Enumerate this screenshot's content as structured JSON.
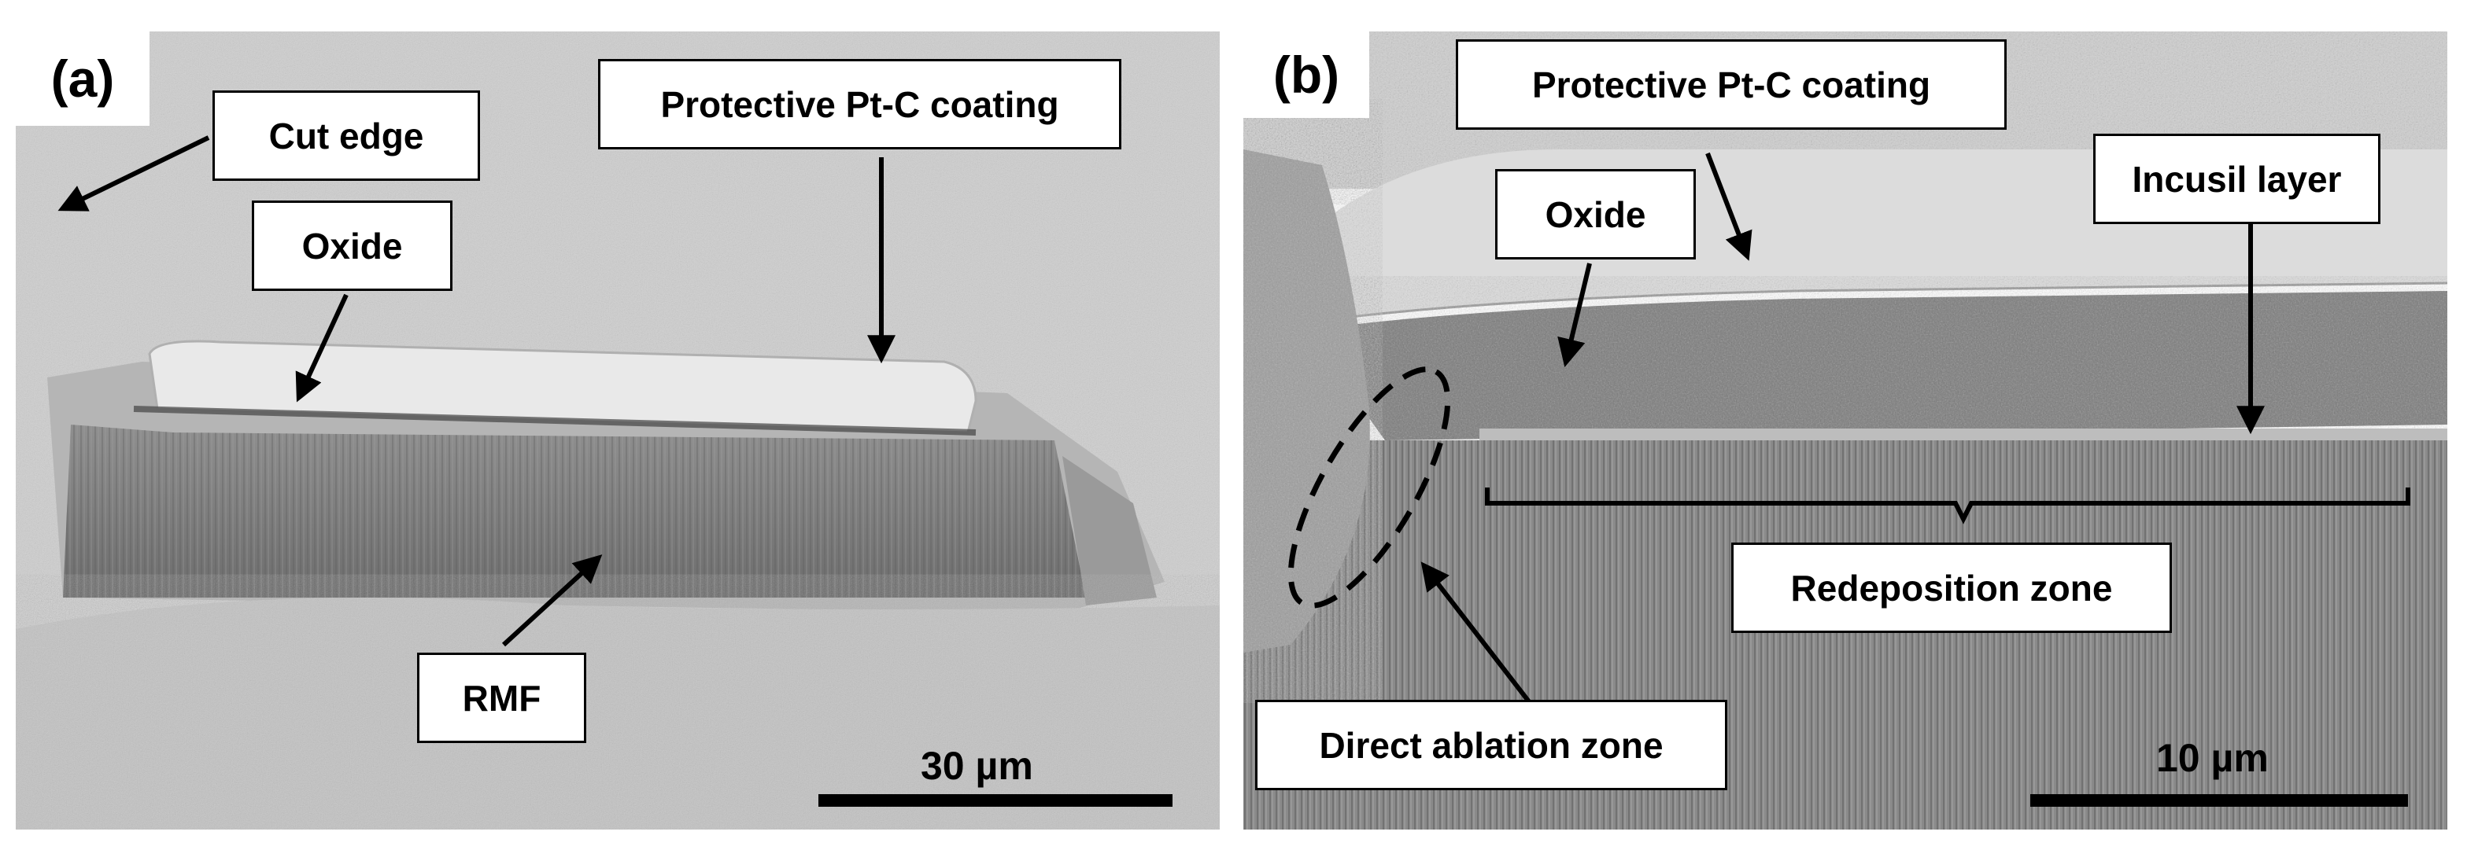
{
  "panels": [
    {
      "letter": "(a)",
      "labels": {
        "cut_edge": "Cut edge",
        "protective": "Protective Pt-C coating",
        "oxide": "Oxide",
        "rmf": "RMF"
      },
      "scale": "30 µm"
    },
    {
      "letter": "(b)",
      "labels": {
        "protective": "Protective Pt-C coating",
        "oxide": "Oxide",
        "incusil": "Incusil layer",
        "redeposition": "Redeposition zone",
        "direct_ablation": "Direct ablation zone"
      },
      "scale": "10 µm"
    }
  ]
}
